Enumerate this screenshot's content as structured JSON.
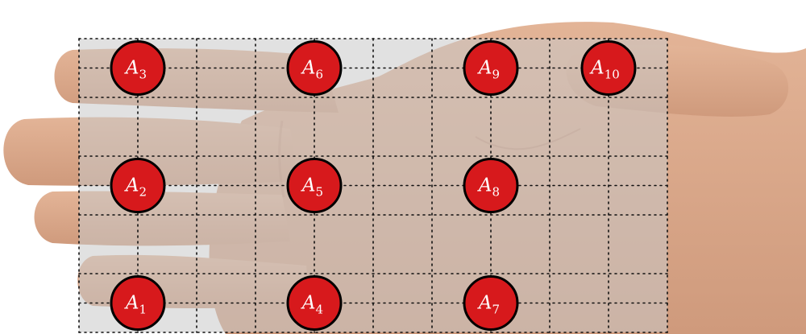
{
  "colors": {
    "skin": "#d9a588",
    "skin_shadow": "#b88066",
    "overlay": "#c9c9c9",
    "grid_line": "#111111",
    "marker_fill": "#d7191c",
    "marker_stroke": "#000000",
    "label_text": "#ffffff"
  },
  "grid": {
    "columns": 10,
    "rows": 5,
    "line_style": "dotted"
  },
  "electrodes": [
    {
      "letter": "A",
      "index": "1",
      "col": 1,
      "row": 4
    },
    {
      "letter": "A",
      "index": "2",
      "col": 1,
      "row": 2
    },
    {
      "letter": "A",
      "index": "3",
      "col": 1,
      "row": 0
    },
    {
      "letter": "A",
      "index": "4",
      "col": 4,
      "row": 4
    },
    {
      "letter": "A",
      "index": "5",
      "col": 4,
      "row": 2
    },
    {
      "letter": "A",
      "index": "6",
      "col": 4,
      "row": 0
    },
    {
      "letter": "A",
      "index": "7",
      "col": 7,
      "row": 4
    },
    {
      "letter": "A",
      "index": "8",
      "col": 7,
      "row": 2
    },
    {
      "letter": "A",
      "index": "9",
      "col": 7,
      "row": 0
    },
    {
      "letter": "A",
      "index": "10",
      "col": 9,
      "row": 0
    }
  ]
}
